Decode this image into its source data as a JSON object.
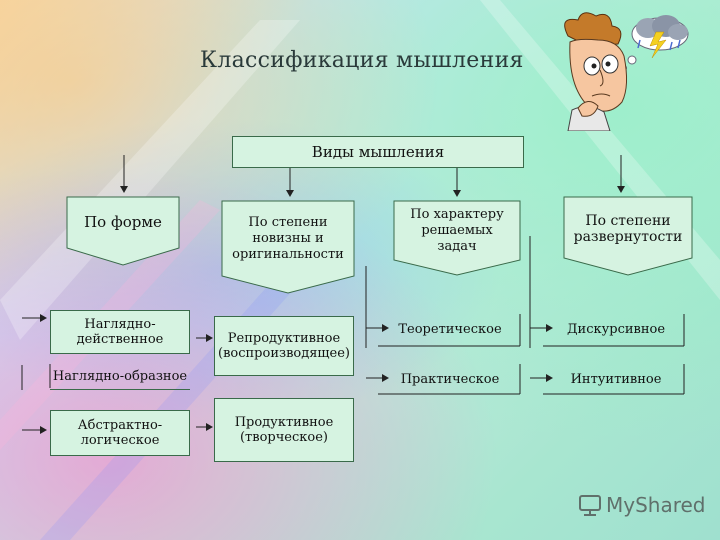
{
  "title": "Классификация  мышления",
  "root": "Виды мышления",
  "categories": [
    "По форме",
    "По степени новизны и оригинальности",
    "По характеру решаемых задач",
    "По степени развернутости"
  ],
  "by_form": [
    "Наглядно-действенное",
    "Наглядно-образное",
    "Абстрактно-логическое"
  ],
  "by_novelty": [
    "Репродуктивное (воспроизводящее)",
    "Продуктивное (творческое)"
  ],
  "by_tasks": [
    "Теоретическое",
    "Практическое"
  ],
  "by_unfolding": [
    "Дискурсивное",
    "Интуитивное"
  ],
  "watermark": "MyShared",
  "icons": [
    "thinking-man-illustration",
    "thunder-cloud-icon",
    "myshared-logo-icon"
  ],
  "colors": {
    "box_fill": "#d6f3e1",
    "box_border": "#3a6a4a",
    "title": "#2a3a3a"
  }
}
